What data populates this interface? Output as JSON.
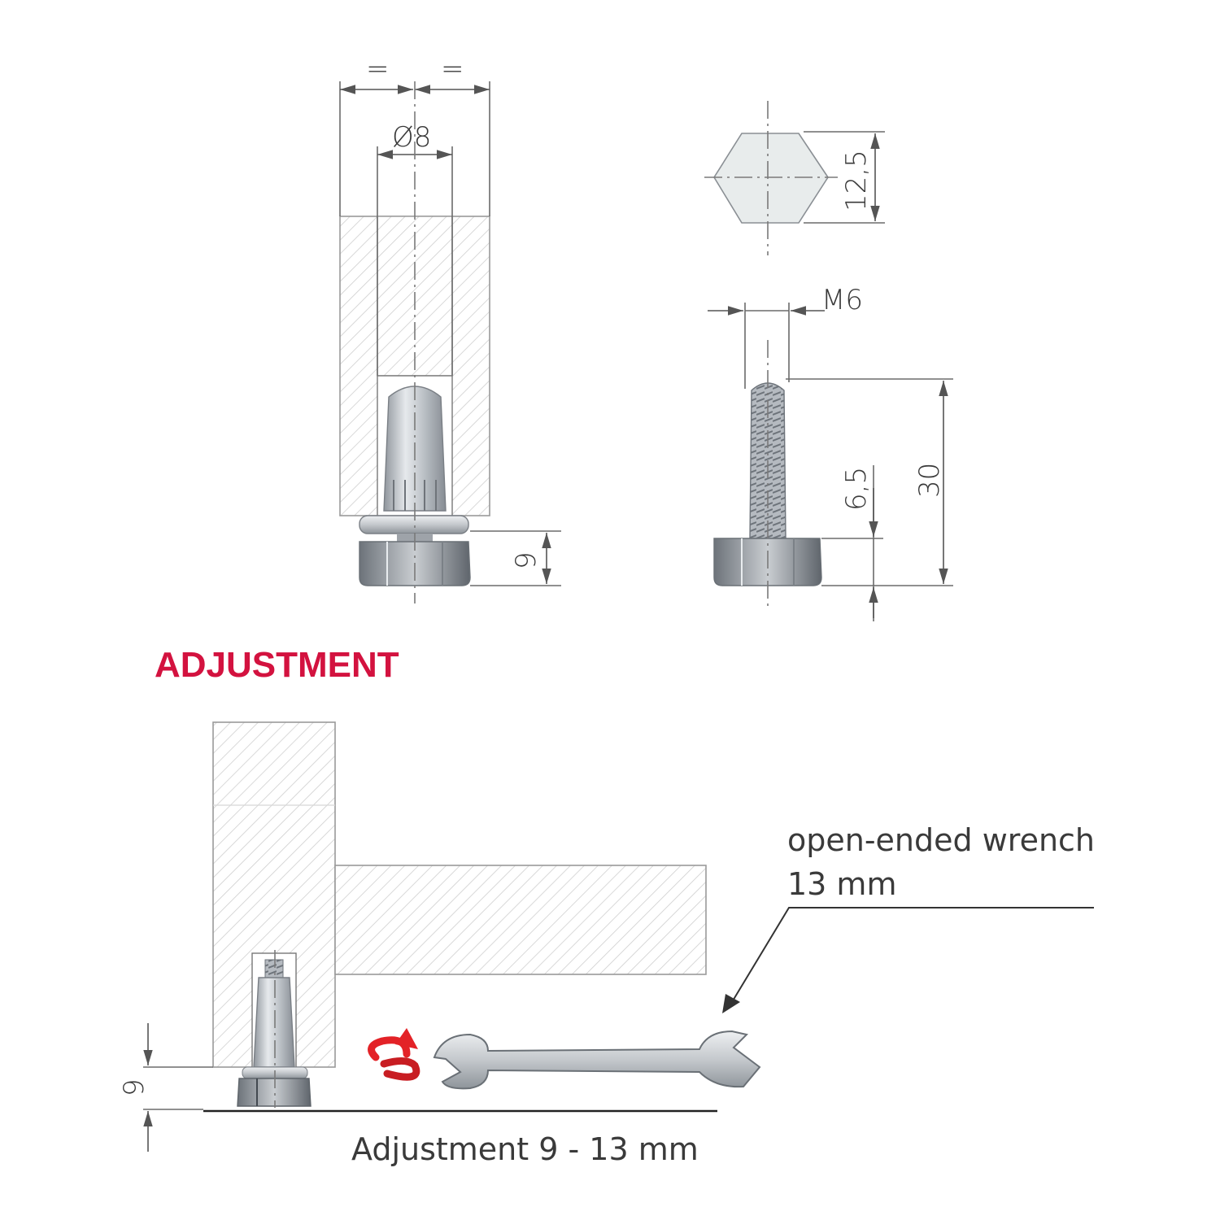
{
  "dimensions": {
    "equal_left": "=",
    "equal_right": "=",
    "bore_diameter": "Ø8",
    "nut_height": "9",
    "hex_width": "12,5",
    "thread": "M6",
    "bolt_length": "30",
    "head_height": "6,5"
  },
  "adjustment": {
    "heading": "ADJUSTMENT",
    "height_label": "9",
    "range_caption": "Adjustment 9 - 13 mm",
    "wrench_label_line1": "open-ended wrench",
    "wrench_label_line2": "13 mm"
  },
  "icons": [
    "rotation-arrow-icon",
    "open-ended-wrench-icon"
  ],
  "colors": {
    "accent": "#d3123f",
    "arrow": "#e32227",
    "metal": "#b9bec4",
    "line": "#6b6b6b"
  }
}
